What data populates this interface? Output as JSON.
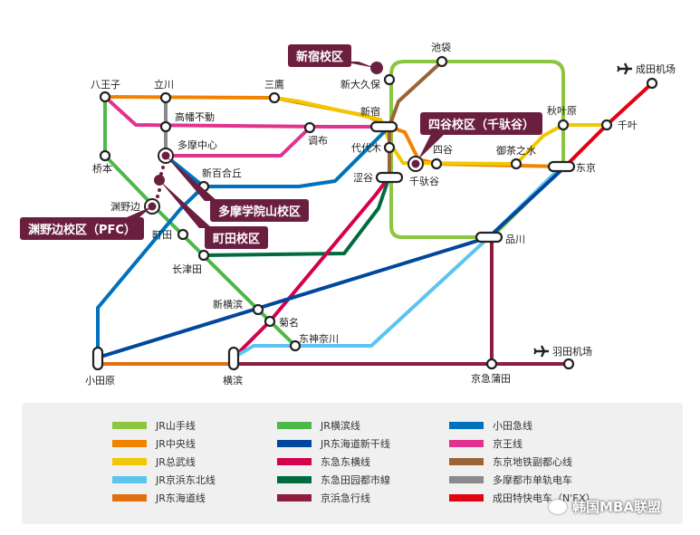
{
  "colors": {
    "yamanote": "#8cc63f",
    "chuo": "#f08300",
    "sobu": "#f0c800",
    "keihin_tohoku": "#5bc4ef",
    "tokaido_line": "#e07010",
    "yokohama": "#4cb847",
    "tokaido_shinkansen": "#00479d",
    "toyoko": "#d5004d",
    "denentoshi": "#006b3f",
    "keikyu": "#8e1c3c",
    "odakyu": "#0071bc",
    "keio": "#e0338f",
    "fukutoshin": "#9a6434",
    "tama_monorail": "#8a8a8a",
    "narita_express": "#e60012",
    "callout_bg": "#6b1f3f"
  },
  "stations": {
    "hachioji": "八王子",
    "tachikawa": "立川",
    "mitaka": "三鷹",
    "shinjuku": "新宿",
    "shin_okubo": "新大久保",
    "ikebukuro": "池袋",
    "akihabara": "秋叶原",
    "ochanomizu": "御茶之水",
    "yotsuya": "四谷",
    "sendagaya": "千驮谷",
    "yoyogi": "代代木",
    "shibuya": "涩谷",
    "tokyo": "东京",
    "chiba": "千叶",
    "narita_airport": "成田机场",
    "takahata_fudo": "高幡不動",
    "tama_center": "多摩中心",
    "chofu": "调布",
    "hashimoto": "桥本",
    "shin_yurigaoka": "新百合丘",
    "fuchinobe": "渊野边",
    "machida": "町田",
    "nagatsuta": "长津田",
    "shinagawa": "品川",
    "shin_yokohama": "新横滨",
    "kikuna": "菊名",
    "higashi_kanagawa": "东神奈川",
    "odawara": "小田原",
    "yokohama": "横滨",
    "keikyu_kamata": "京急蒲田",
    "haneda_airport": "羽田机场"
  },
  "callouts": {
    "shinjuku_campus": "新宿校区",
    "yotsuya_campus": "四谷校区（千驮谷）",
    "tama_campus": "多摩学院山校区",
    "machida_campus": "町田校区",
    "fuchinobe_campus": "渊野边校区（PFC）"
  },
  "legend": [
    {
      "label": "JR山手线",
      "color": "#8cc63f"
    },
    {
      "label": "JR中央线",
      "color": "#f08300"
    },
    {
      "label": "JR总武线",
      "color": "#f0c800"
    },
    {
      "label": "JR京浜东北线",
      "color": "#5bc4ef"
    },
    {
      "label": "JR东海道线",
      "color": "#e07010"
    },
    {
      "label": "JR横滨线",
      "color": "#4cb847"
    },
    {
      "label": "JR东海道新干线",
      "color": "#00479d"
    },
    {
      "label": "东急东横线",
      "color": "#d5004d"
    },
    {
      "label": "东急田园都市線",
      "color": "#006b3f"
    },
    {
      "label": "京浜急行线",
      "color": "#8e1c3c"
    },
    {
      "label": "小田急线",
      "color": "#0071bc"
    },
    {
      "label": "京王线",
      "color": "#e0338f"
    },
    {
      "label": "东京地铁副都心线",
      "color": "#9a6434"
    },
    {
      "label": "多摩都市单轨电车",
      "color": "#8a8a8a"
    },
    {
      "label": "成田特快电车（N'EX）",
      "color": "#e60012"
    }
  ],
  "watermark": "韩国MBA联盟"
}
